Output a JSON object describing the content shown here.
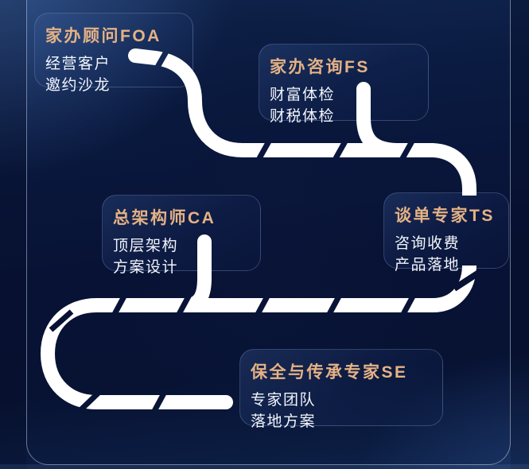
{
  "diagram": {
    "background_color": "#081235",
    "title_color": "#E5B285",
    "body_color": "#F2F5FB",
    "road_color": "#FFFFFF",
    "nodes": [
      {
        "id": "foa",
        "title": "家办顾问FOA",
        "lines": [
          "经营客户",
          "邀约沙龙"
        ]
      },
      {
        "id": "fs",
        "title": "家办咨询FS",
        "lines": [
          "财富体检",
          "财税体检"
        ]
      },
      {
        "id": "ca",
        "title": "总架构师CA",
        "lines": [
          "顶层架构",
          "方案设计"
        ]
      },
      {
        "id": "ts",
        "title": "谈单专家TS",
        "lines": [
          "咨询收费",
          "产品落地"
        ]
      },
      {
        "id": "se",
        "title": "保全与传承专家SE",
        "lines": [
          "专家团队",
          "落地方案"
        ]
      }
    ]
  }
}
